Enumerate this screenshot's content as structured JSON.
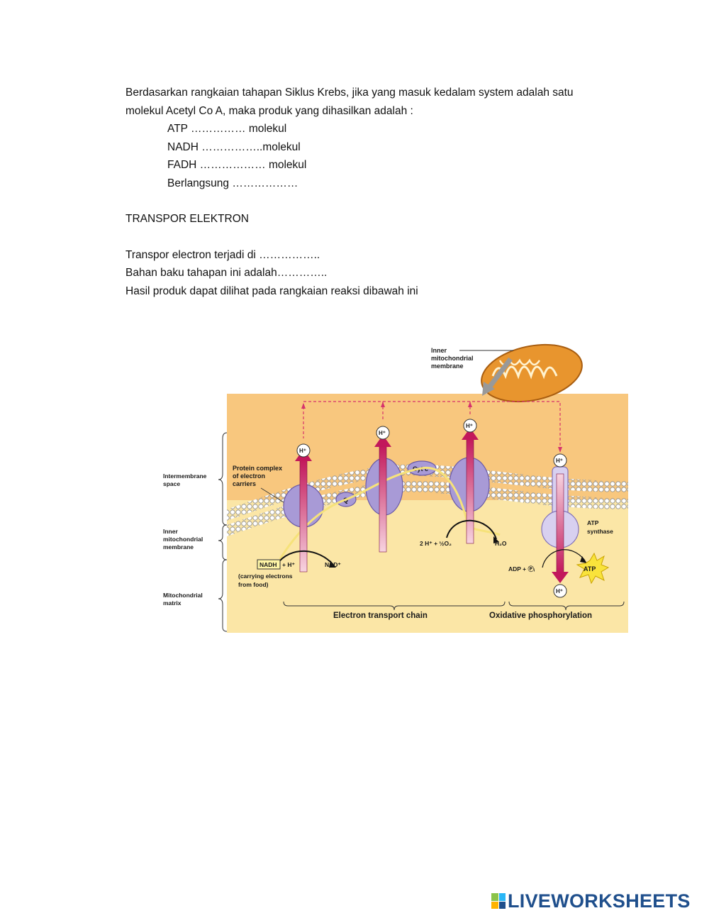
{
  "question": {
    "line1": "Berdasarkan rangkaian tahapan Siklus Krebs, jika yang masuk kedalam system adalah satu",
    "line2": "molekul Acetyl Co A, maka produk yang dihasilkan adalah :",
    "items": [
      "ATP …………… molekul",
      "NADH ……………..molekul",
      "FADH ……………… molekul",
      "Berlangsung ………………"
    ]
  },
  "section": {
    "heading": "TRANSPOR ELEKTRON",
    "lines": [
      "Transpor electron terjadi di ……………..",
      "Bahan baku tahapan ini adalah…………..",
      "Hasil produk dapat dilihat pada rangkaian reaksi dibawah ini"
    ]
  },
  "diagram": {
    "inner_membrane_callout": [
      "Inner",
      "mitochondrial",
      "membrane"
    ],
    "side_labels": {
      "intermembrane": [
        "Intermembrane",
        "space"
      ],
      "inner_membrane": [
        "Inner",
        "mitochondrial",
        "membrane"
      ],
      "matrix": [
        "Mitochondrial",
        "matrix"
      ]
    },
    "protein_label": [
      "Protein complex",
      "of electron",
      "carriers"
    ],
    "h_plus": "H⁺",
    "q_label": "Q",
    "cyt_label": "Cyt c",
    "nadh_label": "NADH",
    "nadh_plus": "+ H⁺",
    "nad_label": "NAD⁺",
    "carrying": [
      "(carrying electrons",
      "from food)"
    ],
    "water_reactants": "2 H⁺ + ½O₂",
    "water_product": "H₂O",
    "atp_synthase": [
      "ATP",
      "synthase"
    ],
    "adp": "ADP + Ⓟᵢ",
    "atp": "ATP",
    "etc_label": "Electron transport chain",
    "oxphos_label": "Oxidative phosphorylation",
    "colors": {
      "intermembrane_bg": "#f8c77e",
      "matrix_bg": "#fbe6a6",
      "protein": "#a89ad6",
      "arrow": "#c2185b",
      "mitochondrion": "#e8952e"
    }
  },
  "logo": {
    "text": "LIVEWORKSHEETS"
  }
}
